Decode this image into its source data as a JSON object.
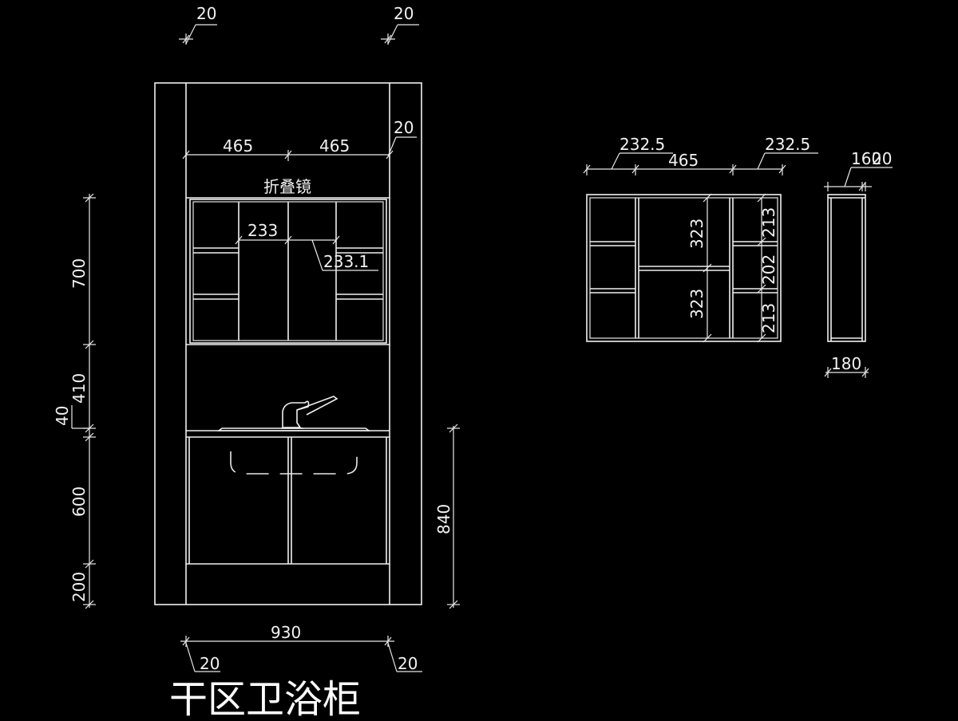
{
  "title": "干区卫浴柜",
  "mirror_label": "折叠镜",
  "front_view": {
    "top_dims": [
      "20",
      "20"
    ],
    "mirror_width_dims": [
      "465",
      "465"
    ],
    "right_side_dim": "20",
    "shelf_dims": [
      "233",
      "233.1"
    ],
    "left_heights": [
      "700",
      "410",
      "40",
      "600",
      "200"
    ],
    "right_height": "840",
    "bottom_width": "930",
    "bottom_dims": [
      "20",
      "20"
    ]
  },
  "mirror_detail": {
    "top_dims": [
      "232.5",
      "465",
      "232.5"
    ],
    "center_heights": [
      "323",
      "323"
    ],
    "right_heights": [
      "213",
      "202",
      "213"
    ]
  },
  "side_view": {
    "top_dims": [
      "160",
      "20"
    ],
    "depth": "180"
  }
}
